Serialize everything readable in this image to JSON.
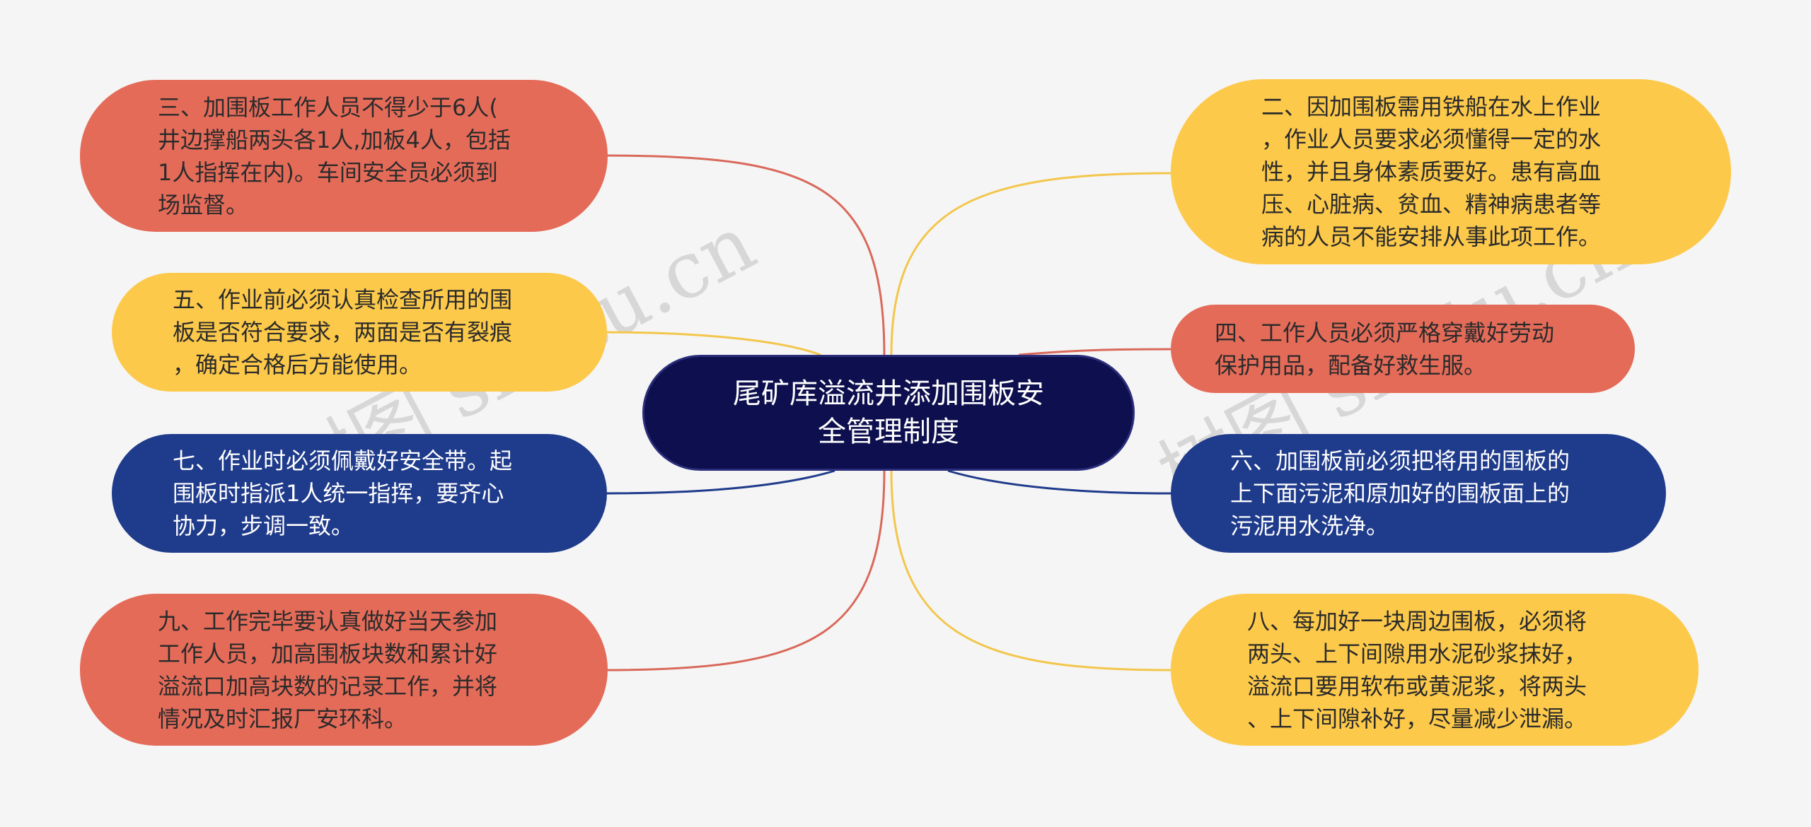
{
  "center": {
    "title": "尾矿库溢流井添加围板安\n全管理制度"
  },
  "colors": {
    "center": "#0d0f4e",
    "red": "#e56b59",
    "yellow": "#fcc94a",
    "blue": "#1f3b8b",
    "background": "#f5f5f5"
  },
  "watermark": "树图 shutu.cn",
  "left_nodes": [
    {
      "text": "三、加围板工作人员不得少于6人(\n井边撑船两头各1人,加板4人，包括\n1人指挥在内)。车间安全员必须到\n场监督。",
      "color": "red"
    },
    {
      "text": "五、作业前必须认真检查所用的围\n板是否符合要求，两面是否有裂痕\n，确定合格后方能使用。",
      "color": "yellow"
    },
    {
      "text": "七、作业时必须佩戴好安全带。起\n围板时指派1人统一指挥，要齐心\n协力，步调一致。",
      "color": "blue"
    },
    {
      "text": "九、工作完毕要认真做好当天参加\n工作人员，加高围板块数和累计好\n溢流口加高块数的记录工作，并将\n情况及时汇报厂安环科。",
      "color": "red"
    }
  ],
  "right_nodes": [
    {
      "text": "二、因加围板需用铁船在水上作业\n，作业人员要求必须懂得一定的水\n性，并且身体素质要好。患有高血\n压、心脏病、贫血、精神病患者等\n病的人员不能安排从事此项工作。",
      "color": "yellow"
    },
    {
      "text": "四、工作人员必须严格穿戴好劳动\n保护用品，配备好救生服。",
      "color": "red"
    },
    {
      "text": "六、加围板前必须把将用的围板的\n上下面污泥和原加好的围板面上的\n污泥用水洗净。",
      "color": "blue"
    },
    {
      "text": "八、每加好一块周边围板，必须将\n两头、上下间隙用水泥砂浆抹好，\n溢流口要用软布或黄泥浆，将两头\n、上下间隙补好，尽量减少泄漏。",
      "color": "yellow"
    }
  ]
}
